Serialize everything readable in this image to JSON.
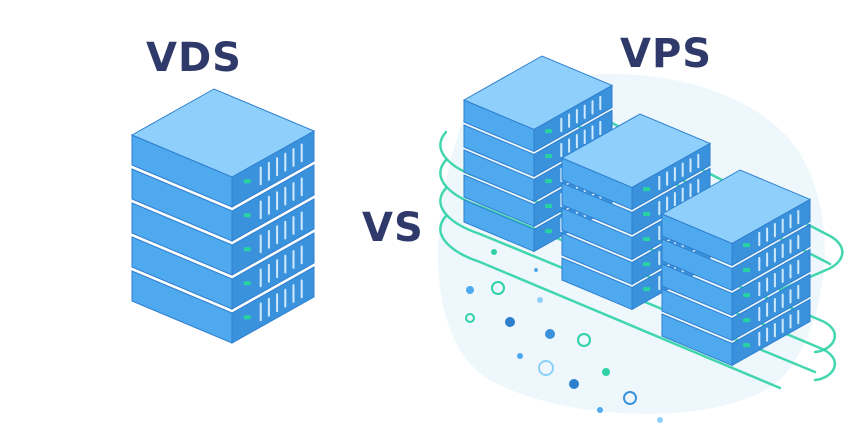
{
  "labels": {
    "left_title": "VDS",
    "right_title": "VPS",
    "middle": "VS"
  },
  "colors": {
    "text": "#2f3a6b",
    "server_top": "#8ed0fb",
    "server_front": "#4fa9ee",
    "server_side": "#3b92dc",
    "server_outline": "#2f7fcf",
    "vent_light": "#cfeaff",
    "status_green": "#27d3a0",
    "network_line": "#2fd1a6",
    "backdrop": "#eef7fc"
  },
  "icons": {
    "left_illustration": "single-server-stack-icon",
    "right_illustration": "networked-server-stacks-icon"
  },
  "illustration": {
    "vds_units": 5,
    "vps_stacks": 3,
    "vps_units_per_stack": 5
  }
}
